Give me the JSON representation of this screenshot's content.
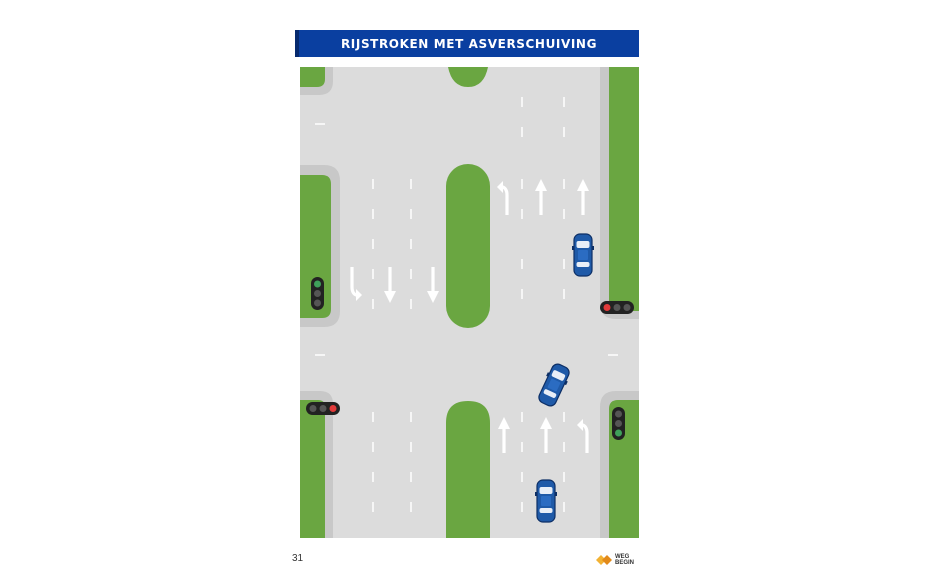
{
  "header": {
    "title": "RIJSTROKEN MET ASVERSCHUIVING"
  },
  "footer": {
    "page_number": "31",
    "logo_line1": "WEG",
    "logo_line2": "BEGIN"
  },
  "colors": {
    "title_bar": "#0a3fa0",
    "asphalt": "#dcdcdc",
    "grass": "#6aa641",
    "curb": "#c8c8c8",
    "car_blue": "#1f5aa8",
    "light_red": "#e23a3a",
    "light_green": "#3fa05a"
  },
  "icons": [
    "lane-arrow-icon",
    "car-icon",
    "traffic-light-icon",
    "logo-icon"
  ]
}
